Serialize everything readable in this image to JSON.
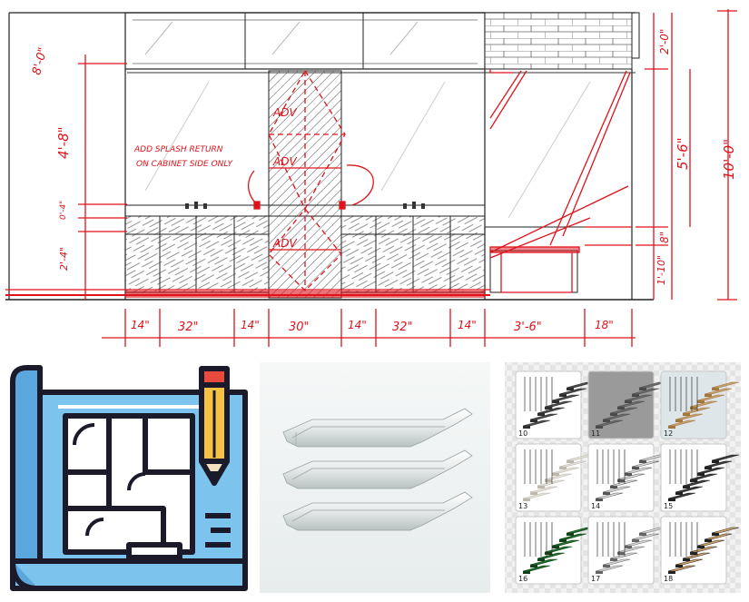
{
  "elevation": {
    "note_line1": "ADD SPLASH RETURN",
    "note_line2": "ON CABINET SIDE ONLY",
    "adv_labels": [
      "ADV",
      "ADV",
      "ADV"
    ],
    "vertical_dims_left": [
      "8'-0\"",
      "4'-8\"",
      "0'-4\"",
      "2'-4\""
    ],
    "vertical_dims_right": [
      "2'-0\"",
      "5'-6\"",
      "8\"",
      "1'-10\"",
      "10'-0\""
    ],
    "horizontal_dims": [
      "14\"",
      "32\"",
      "14\"",
      "30\"",
      "14\"",
      "32\"",
      "14\"",
      "3'-6\"",
      "18\""
    ],
    "ink_color": "#e0131b"
  },
  "blueprint_icon": {
    "icon": "blueprint-pencil-icon"
  },
  "molding_render": {
    "icon": "crown-molding-profiles"
  },
  "stair_grid": {
    "tiles": [
      {
        "number": "10"
      },
      {
        "number": "11"
      },
      {
        "number": "12"
      },
      {
        "number": "13"
      },
      {
        "number": "14"
      },
      {
        "number": "15"
      },
      {
        "number": "16"
      },
      {
        "number": "17"
      },
      {
        "number": "18"
      }
    ]
  }
}
